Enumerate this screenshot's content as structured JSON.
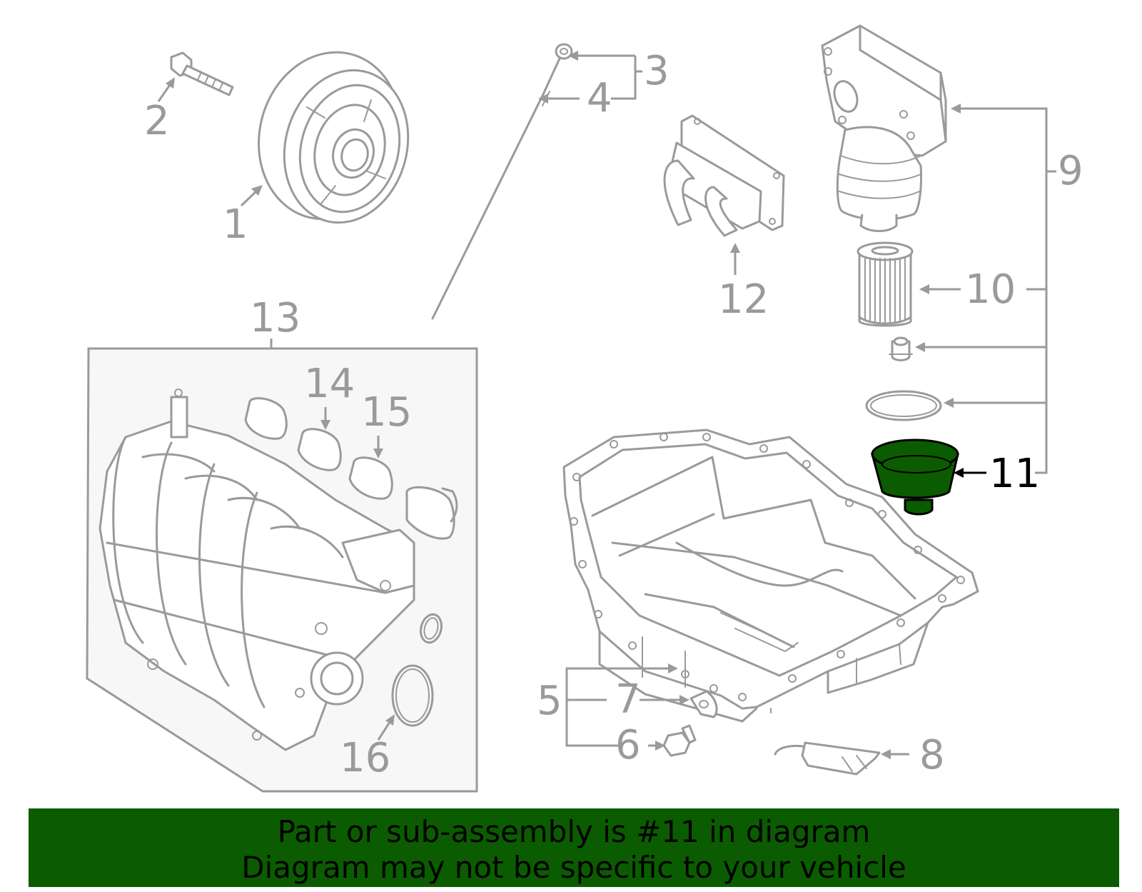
{
  "diagram": {
    "callouts": {
      "c1": "1",
      "c2": "2",
      "c3": "3",
      "c4": "4",
      "c5": "5",
      "c6": "6",
      "c7": "7",
      "c8": "8",
      "c9": "9",
      "c10": "10",
      "c11": "11",
      "c12": "12",
      "c13": "13",
      "c14": "14",
      "c15": "15",
      "c16": "16"
    },
    "highlighted_part": "11",
    "colors": {
      "line_art": "#9a9a9a",
      "highlight_fill": "#0b5c00",
      "highlight_text": "#000000",
      "panel_fill": "#f7f7f7"
    }
  },
  "banner": {
    "line1": "Part or sub-assembly is #11 in diagram",
    "line2": "Diagram may not be specific to your vehicle",
    "background": "#0b5c00"
  }
}
